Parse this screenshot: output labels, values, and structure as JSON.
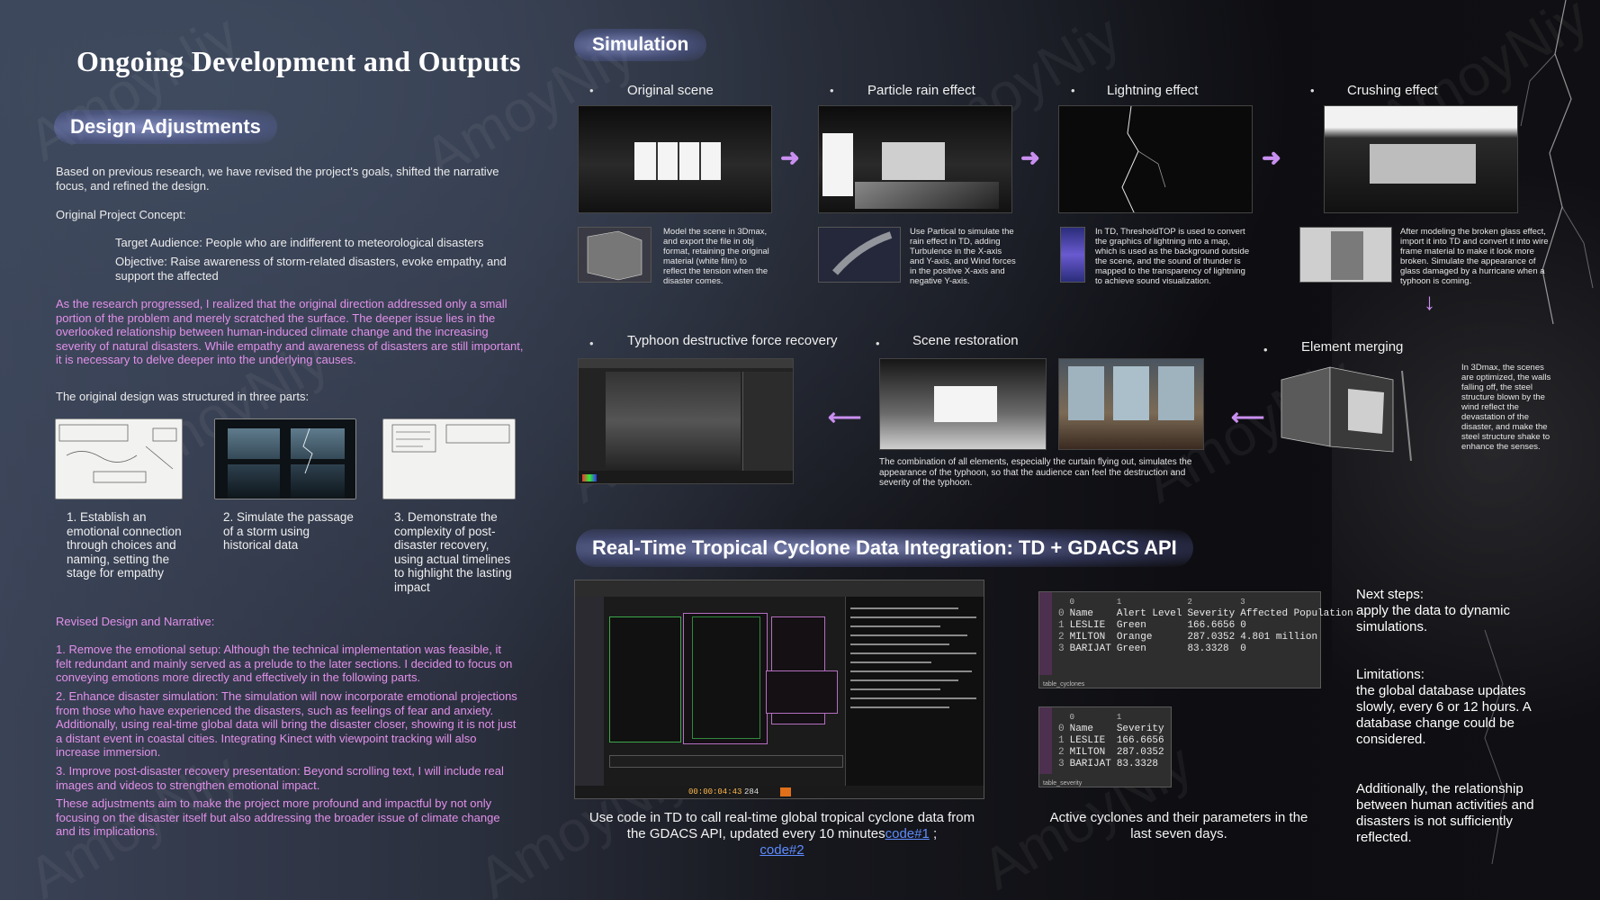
{
  "header": {
    "title": "Ongoing Development and Outputs",
    "design_adjustments": "Design Adjustments"
  },
  "left": {
    "intro": "Based on previous research, we have revised the project's goals, shifted the narrative focus, and refined the design.",
    "original_concept_label": "Original Project Concept:",
    "target_audience": "Target Audience: People who are indifferent to meteorological disasters",
    "objective": "Objective: Raise awareness of storm-related disasters, evoke empathy, and support the affected",
    "research_paragraph": "As the research progressed, I realized that the original direction addressed only a small portion of the problem and merely scratched the surface. The deeper issue lies in the overlooked relationship between human-induced climate change and the increasing severity of natural disasters. While empathy and awareness of disasters are still important, it is necessary to delve deeper into the underlying causes.",
    "three_parts_label": "The original design was structured in three parts:",
    "parts": [
      "1. Establish an emotional connection through choices and naming, setting the stage for empathy",
      "2. Simulate the passage of a storm using historical data",
      "3. Demonstrate the complexity of post-disaster recovery, using actual timelines to highlight the lasting impact"
    ],
    "revised_label": "Revised Design and Narrative:",
    "revised_items": [
      "1. Remove the emotional setup: Although the technical implementation was feasible, it felt redundant and mainly served as a prelude to the later sections. I decided to focus on conveying emotions more directly and effectively in the following parts.",
      "2. Enhance disaster simulation: The simulation will now incorporate emotional projections from those who have experienced the disasters, such as feelings of fear and anxiety. Additionally, using real-time global data will bring the disaster closer, showing it is not just a distant event in coastal cities. Integrating Kinect with viewpoint tracking will also increase immersion.",
      "3. Improve post-disaster recovery presentation: Beyond scrolling text, I will include real images and videos to strengthen emotional impact."
    ],
    "conclusion": "These adjustments aim to make the project more profound and impactful by not only focusing on the disaster itself but also addressing the broader issue of climate change and its implications."
  },
  "simulation": {
    "title": "Simulation",
    "bullet": "•",
    "steps": [
      {
        "label": "Original scene",
        "desc": "Model the scene in 3Dmax, and export the file in obj format, retaining the original material (white film) to reflect the tension when the disaster comes."
      },
      {
        "label": "Particle rain effect",
        "desc": "Use Partical to simulate the rain effect in TD, adding Turbulence in the X-axis and Y-axis, and Wind forces in the positive X-axis and negative Y-axis."
      },
      {
        "label": "Lightning effect",
        "desc": "In TD, ThresholdTOP is used to convert the graphics of lightning into a map, which is used as the background outside the scene, and the sound of thunder is mapped to the transparency of lightning to achieve sound visualization."
      },
      {
        "label": "Crushing effect",
        "desc": "After modeling the broken glass effect, import it into TD and convert it into wire frame material to make it look more broken. Simulate the appearance of glass damaged by a hurricane when a typhoon is coming."
      }
    ],
    "row2": {
      "typhoon_label": "Typhoon destructive force recovery",
      "restoration_label": "Scene restoration",
      "merging_label": "Element merging",
      "merging_desc": "In 3Dmax, the scenes are optimized, the walls falling off, the steel structure blown by the wind reflect the devastation of the disaster, and make the steel structure shake to enhance the senses.",
      "combination_desc": "The combination of all elements, especially the curtain flying out, simulates the appearance of the typhoon, so that the audience can feel the destruction and severity of the typhoon."
    },
    "arrows": {
      "right": "➜",
      "left": "⟵",
      "down": "↓"
    }
  },
  "gdacs": {
    "title": "Real-Time Tropical Cyclone Data Integration: TD + GDACS API",
    "left_caption_1": "Use code in TD to call real-time global tropical cyclone data from the GDACS API, updated every 10 minutes",
    "link1": "code#1",
    "sep": " ; ",
    "link2": "code#2",
    "timecode": "00:00:04:43",
    "frame": "284",
    "table_cyclones": {
      "name": "table_cyclones",
      "col_index": [
        "0",
        "1",
        "2",
        "3"
      ],
      "header": [
        "Name",
        "Alert Level",
        "Severity",
        "Affected Population"
      ],
      "rows": [
        [
          "LESLIE",
          "Green",
          "166.6656",
          "0"
        ],
        [
          "MILTON",
          "Orange",
          "287.0352",
          "4.801 million"
        ],
        [
          "BARIJAT",
          "Green",
          "83.3328",
          "0"
        ]
      ]
    },
    "table_severity": {
      "name": "table_severity",
      "col_index": [
        "0",
        "1"
      ],
      "header": [
        "Name",
        "Severity"
      ],
      "rows": [
        [
          "LESLIE",
          "166.6656"
        ],
        [
          "MILTON",
          "287.0352"
        ],
        [
          "BARIJAT",
          "83.3328"
        ]
      ]
    },
    "mid_caption": "Active cyclones and their parameters in the last seven days.",
    "next_steps_label": "Next steps:",
    "next_steps": "apply the data to dynamic simulations.",
    "limitations_label": "Limitations:",
    "limitations": "the global database updates slowly, every 6 or 12 hours. A database change could be considered.",
    "additionally": "Additionally, the relationship between human activities and disasters is not sufficiently reflected."
  },
  "watermark": "AmoyNiy",
  "colors": {
    "accent_pink": "#e290ea",
    "arrow": "#c98ff0",
    "link": "#5e8cff"
  }
}
